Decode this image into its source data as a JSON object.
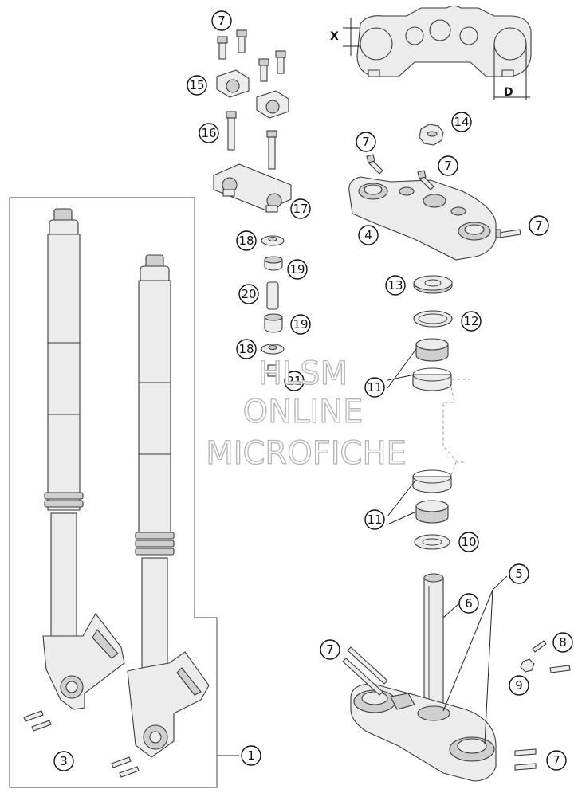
{
  "callouts": [
    {
      "id": "c1",
      "label": "1"
    },
    {
      "id": "c3",
      "label": "3"
    },
    {
      "id": "c4",
      "label": "4"
    },
    {
      "id": "c5",
      "label": "5"
    },
    {
      "id": "c6",
      "label": "6"
    },
    {
      "id": "c7a",
      "label": "7"
    },
    {
      "id": "c7b",
      "label": "7"
    },
    {
      "id": "c7c",
      "label": "7"
    },
    {
      "id": "c7d",
      "label": "7"
    },
    {
      "id": "c7e",
      "label": "7"
    },
    {
      "id": "c7f",
      "label": "7"
    },
    {
      "id": "c8",
      "label": "8"
    },
    {
      "id": "c9",
      "label": "9"
    },
    {
      "id": "c10",
      "label": "10"
    },
    {
      "id": "c11a",
      "label": "11"
    },
    {
      "id": "c11b",
      "label": "11"
    },
    {
      "id": "c12",
      "label": "12"
    },
    {
      "id": "c13",
      "label": "13"
    },
    {
      "id": "c14",
      "label": "14"
    },
    {
      "id": "c15",
      "label": "15"
    },
    {
      "id": "c16",
      "label": "16"
    },
    {
      "id": "c17",
      "label": "17"
    },
    {
      "id": "c18a",
      "label": "18"
    },
    {
      "id": "c18b",
      "label": "18"
    },
    {
      "id": "c19a",
      "label": "19"
    },
    {
      "id": "c19b",
      "label": "19"
    },
    {
      "id": "c20",
      "label": "20"
    },
    {
      "id": "c21",
      "label": "21"
    }
  ],
  "dimensions": {
    "x_label": "X",
    "d_label": "D"
  },
  "watermark": {
    "line1": "HLSM",
    "line2": "ONLINE",
    "line3": "MICROFICHE"
  }
}
